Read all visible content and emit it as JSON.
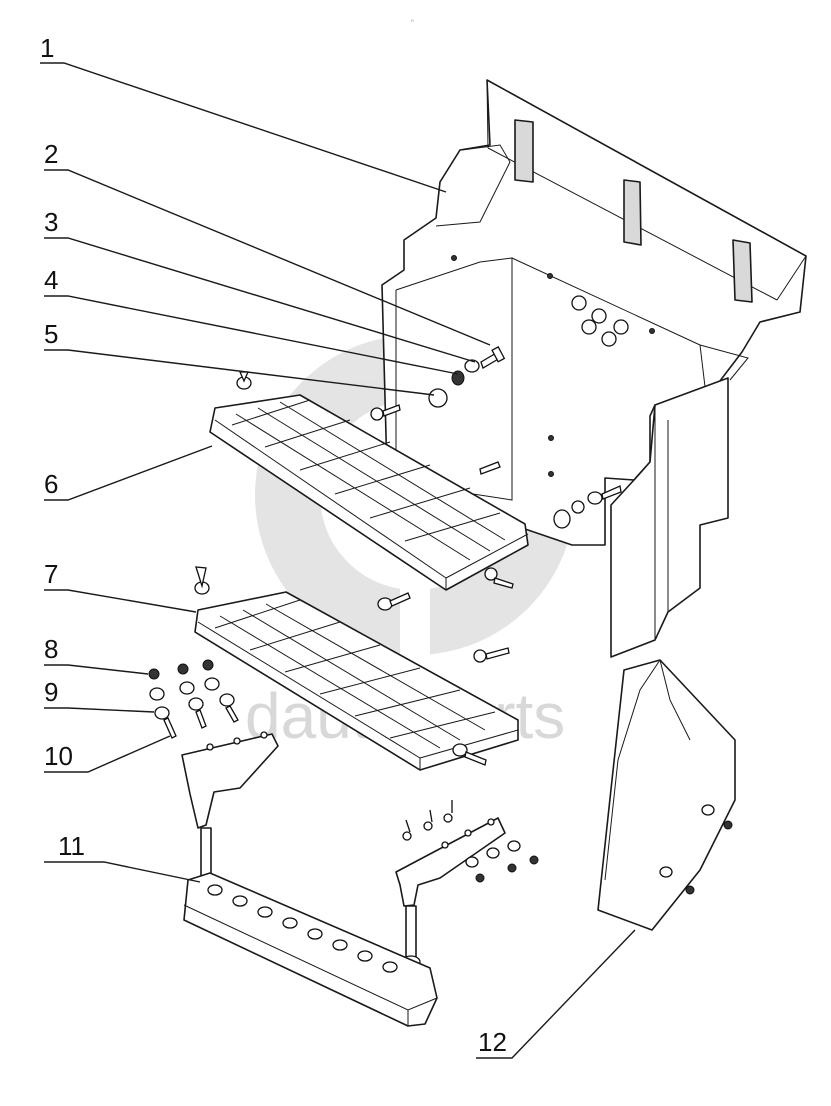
{
  "header": {
    "tiny_caption": "R   "
  },
  "callouts": [
    {
      "label": "1"
    },
    {
      "label": "2"
    },
    {
      "label": "3"
    },
    {
      "label": "4"
    },
    {
      "label": "5"
    },
    {
      "label": "6"
    },
    {
      "label": "7"
    },
    {
      "label": "8"
    },
    {
      "label": "9"
    },
    {
      "label": "10"
    },
    {
      "label": "11"
    },
    {
      "label": "12"
    }
  ],
  "watermark": {
    "text": "dauto parts",
    "color": "#c8c8c8"
  },
  "colors": {
    "line": "#1a1a1a",
    "watermark": "#c8c8c8",
    "background": "#ffffff"
  }
}
